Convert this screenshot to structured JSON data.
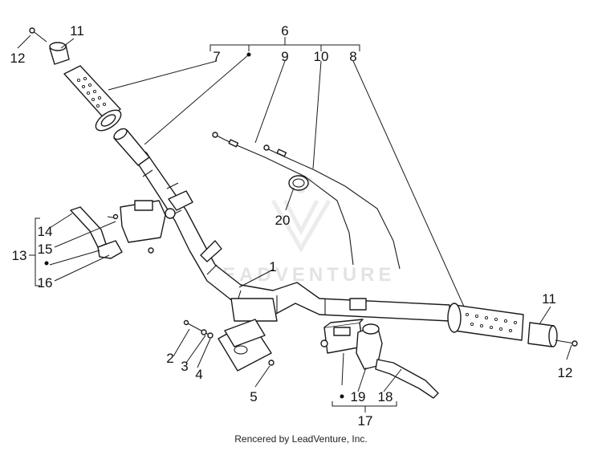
{
  "callouts": {
    "c1": "1",
    "c2": "2",
    "c3": "3",
    "c4": "4",
    "c5": "5",
    "c6": "6",
    "c7": "7",
    "c8": "8",
    "c9": "9",
    "c10": "10",
    "c11_left": "11",
    "c11_right": "11",
    "c12_left": "12",
    "c12_right": "12",
    "c13": "13",
    "c14": "14",
    "c15": "15",
    "c16": "16",
    "c17": "17",
    "c18": "18",
    "c19": "19",
    "c20": "20"
  },
  "watermark": "LEADVENTURE",
  "footer": "Rencered by LeadVenture, Inc.",
  "colors": {
    "line": "#1a1a1a",
    "watermark": "#e3e3e3",
    "background": "#ffffff"
  }
}
